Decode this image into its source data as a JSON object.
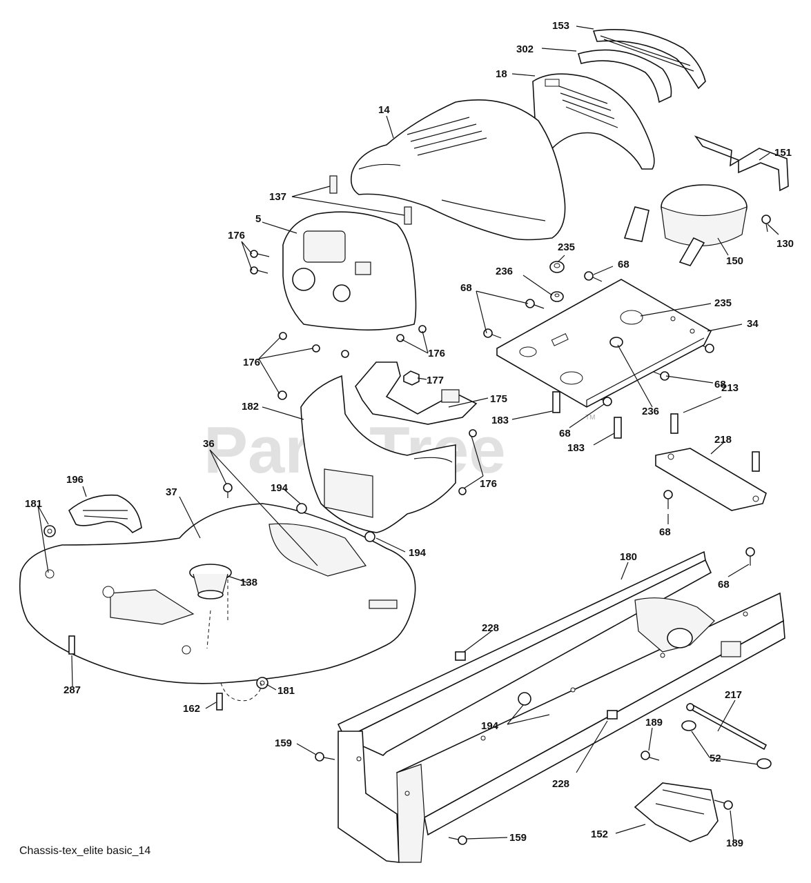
{
  "diagram": {
    "caption": "Chassis-tex_elite basic_14",
    "watermark": "PartsTree",
    "watermark_tm": "TM",
    "callouts": [
      {
        "id": "c153",
        "text": "153"
      },
      {
        "id": "c302",
        "text": "302"
      },
      {
        "id": "c18",
        "text": "18"
      },
      {
        "id": "c14",
        "text": "14"
      },
      {
        "id": "c151",
        "text": "151"
      },
      {
        "id": "c137",
        "text": "137"
      },
      {
        "id": "c5",
        "text": "5"
      },
      {
        "id": "c176a",
        "text": "176"
      },
      {
        "id": "c235a",
        "text": "235"
      },
      {
        "id": "c68a",
        "text": "68"
      },
      {
        "id": "c130",
        "text": "130"
      },
      {
        "id": "c150",
        "text": "150"
      },
      {
        "id": "c236a",
        "text": "236"
      },
      {
        "id": "c68b",
        "text": "68"
      },
      {
        "id": "c235b",
        "text": "235"
      },
      {
        "id": "c34",
        "text": "34"
      },
      {
        "id": "c176b",
        "text": "176"
      },
      {
        "id": "c176c",
        "text": "176"
      },
      {
        "id": "c177",
        "text": "177"
      },
      {
        "id": "c68c",
        "text": "68"
      },
      {
        "id": "c213",
        "text": "213"
      },
      {
        "id": "c175",
        "text": "175"
      },
      {
        "id": "c182",
        "text": "182"
      },
      {
        "id": "c236b",
        "text": "236"
      },
      {
        "id": "c183a",
        "text": "183"
      },
      {
        "id": "c68d",
        "text": "68"
      },
      {
        "id": "c218",
        "text": "218"
      },
      {
        "id": "c183b",
        "text": "183"
      },
      {
        "id": "c36",
        "text": "36"
      },
      {
        "id": "c196",
        "text": "196"
      },
      {
        "id": "c176d",
        "text": "176"
      },
      {
        "id": "c37",
        "text": "37"
      },
      {
        "id": "c194a",
        "text": "194"
      },
      {
        "id": "c181a",
        "text": "181"
      },
      {
        "id": "c68e",
        "text": "68"
      },
      {
        "id": "c194b",
        "text": "194"
      },
      {
        "id": "c180",
        "text": "180"
      },
      {
        "id": "c138",
        "text": "138"
      },
      {
        "id": "c68f",
        "text": "68"
      },
      {
        "id": "c228a",
        "text": "228"
      },
      {
        "id": "c287",
        "text": "287"
      },
      {
        "id": "c181b",
        "text": "181"
      },
      {
        "id": "c217",
        "text": "217"
      },
      {
        "id": "c162",
        "text": "162"
      },
      {
        "id": "c194c",
        "text": "194"
      },
      {
        "id": "c189a",
        "text": "189"
      },
      {
        "id": "c159a",
        "text": "159"
      },
      {
        "id": "c52",
        "text": "52"
      },
      {
        "id": "c228b",
        "text": "228"
      },
      {
        "id": "c159b",
        "text": "159"
      },
      {
        "id": "c152",
        "text": "152"
      },
      {
        "id": "c189b",
        "text": "189"
      }
    ]
  }
}
